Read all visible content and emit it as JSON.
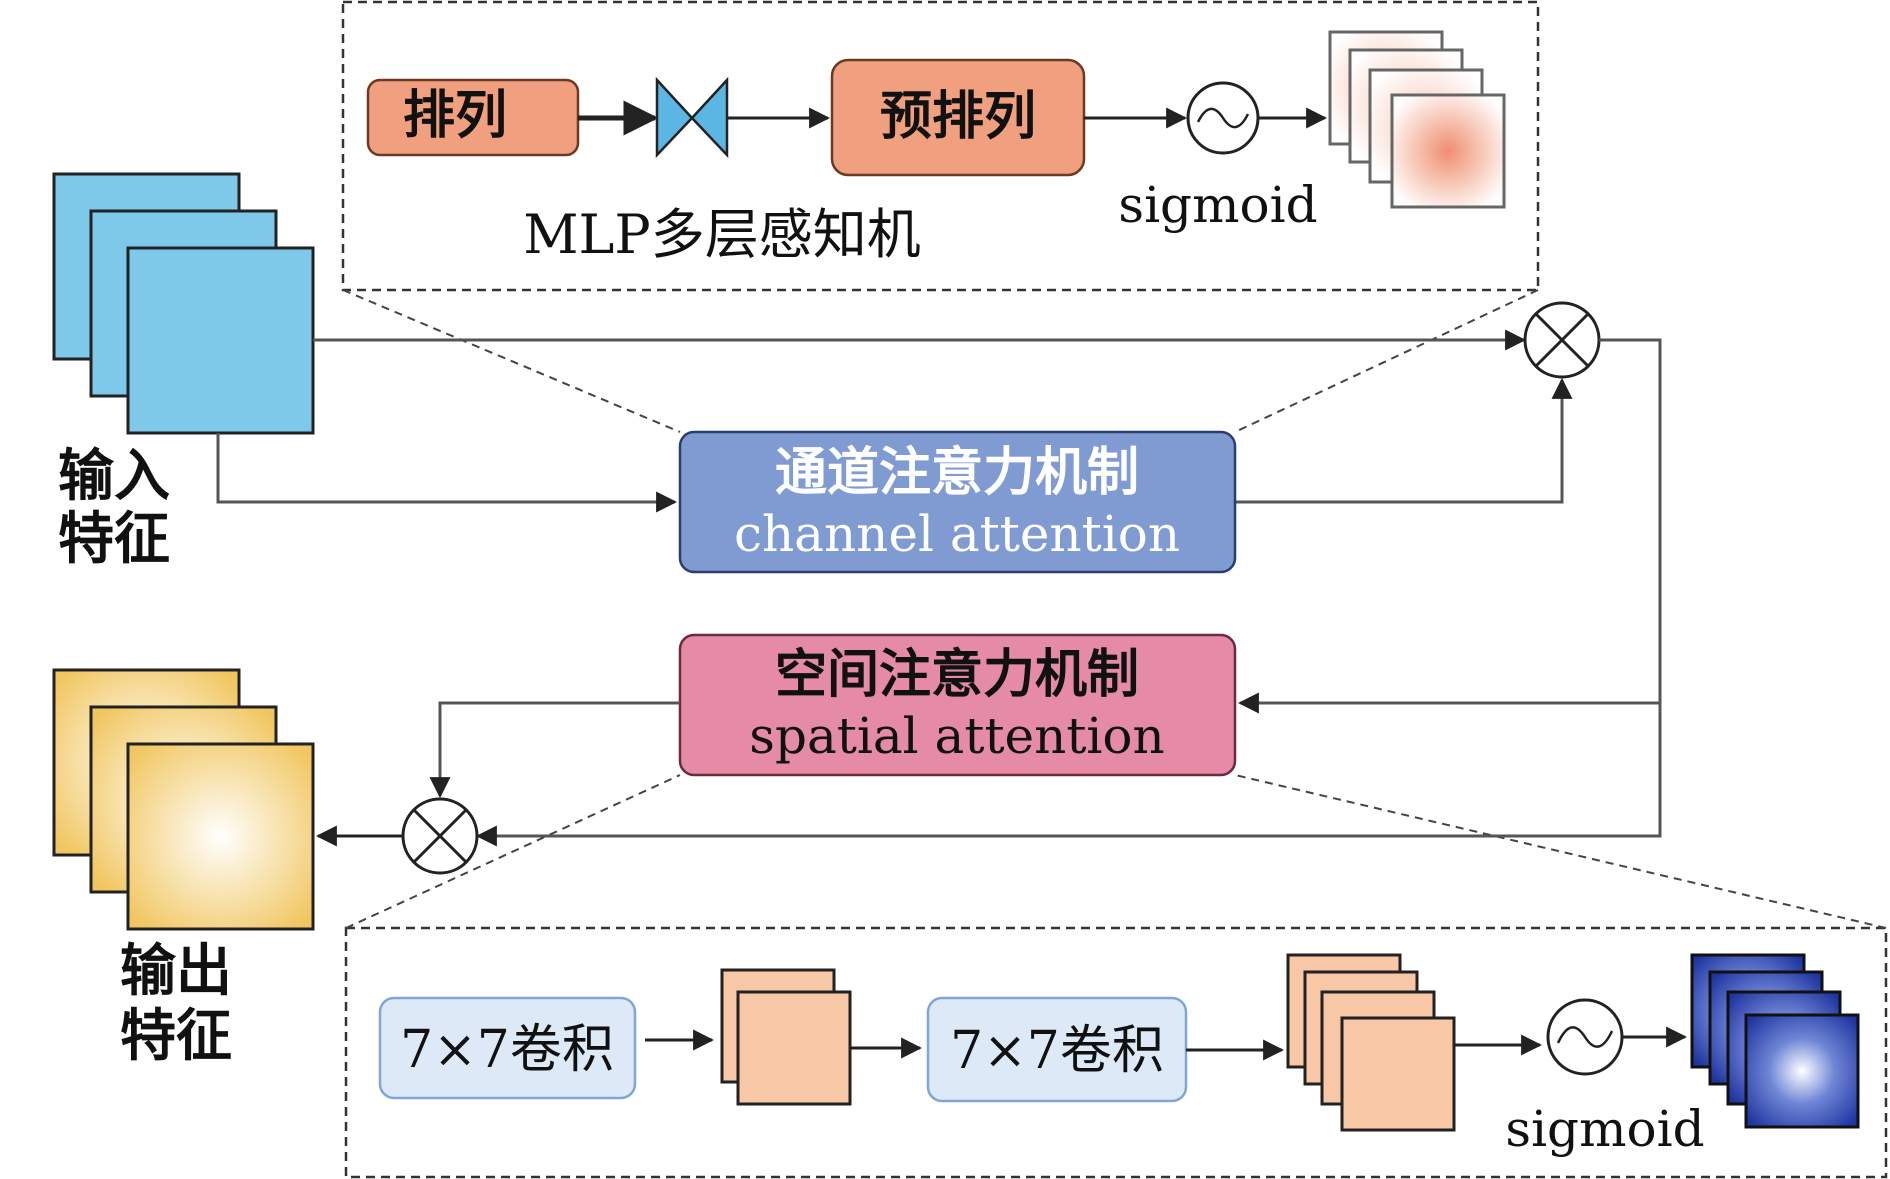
{
  "mlp": {
    "perm_label": "排列",
    "pre_perm_label": "预排列",
    "caption": "MLP多层感知机",
    "sigmoid_label": "sigmoid"
  },
  "input": {
    "line1": "输入",
    "line2": "特征"
  },
  "output": {
    "line1": "输出",
    "line2": "特征"
  },
  "channel": {
    "title_cn": "通道注意力机制",
    "title_en": "channel attention"
  },
  "spatial": {
    "title_cn": "空间注意力机制",
    "title_en": "spatial attention"
  },
  "conv": {
    "conv1_label": "7×7卷积",
    "conv2_label": "7×7卷积",
    "sigmoid_label": "sigmoid"
  },
  "colors": {
    "input_blue": "#7ec8ea",
    "channel_box": "#7f9bd1",
    "spatial_box": "#e58ba6",
    "mlp_orange": "#f0a07e",
    "conv_box": "#dde9f7",
    "peach": "#f7c7a6",
    "output_yellow": "#f3d27a",
    "deep_blue": "#1f35a0"
  }
}
